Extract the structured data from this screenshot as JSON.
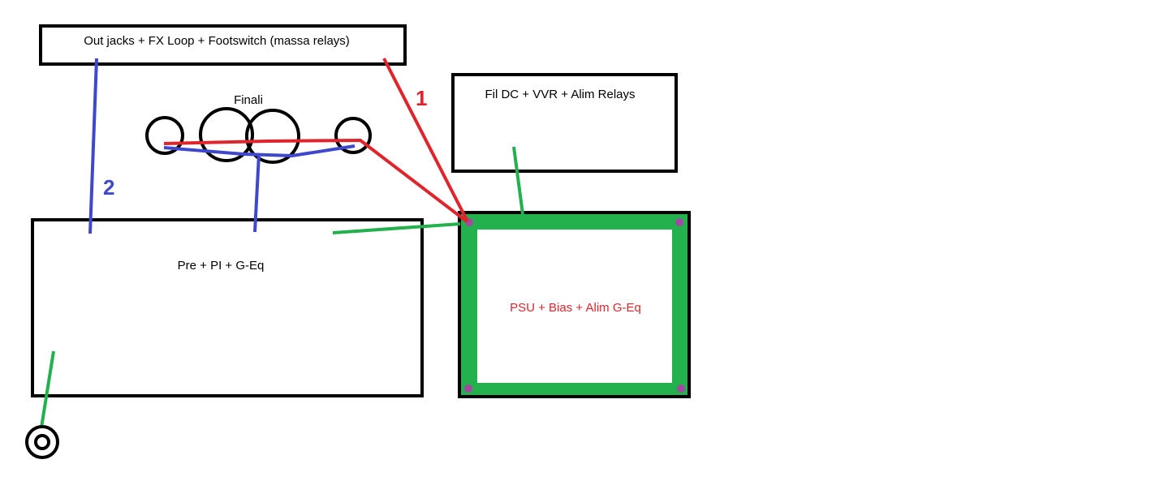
{
  "colors": {
    "red": "#e0242b",
    "blue": "#3f48cc",
    "green": "#22b14c",
    "purple": "#a349a4",
    "black": "#000000"
  },
  "boxes": {
    "out_jacks": "Out jacks + FX Loop + Footswitch (massa relays)",
    "fil_dc": "Fil DC + VVR + Alim Relays",
    "pre": "Pre + PI + G-Eq",
    "psu": "PSU + Bias + Alim G-Eq"
  },
  "tubes_label": "Finali",
  "wire_labels": {
    "red": "1",
    "blue": "2"
  }
}
